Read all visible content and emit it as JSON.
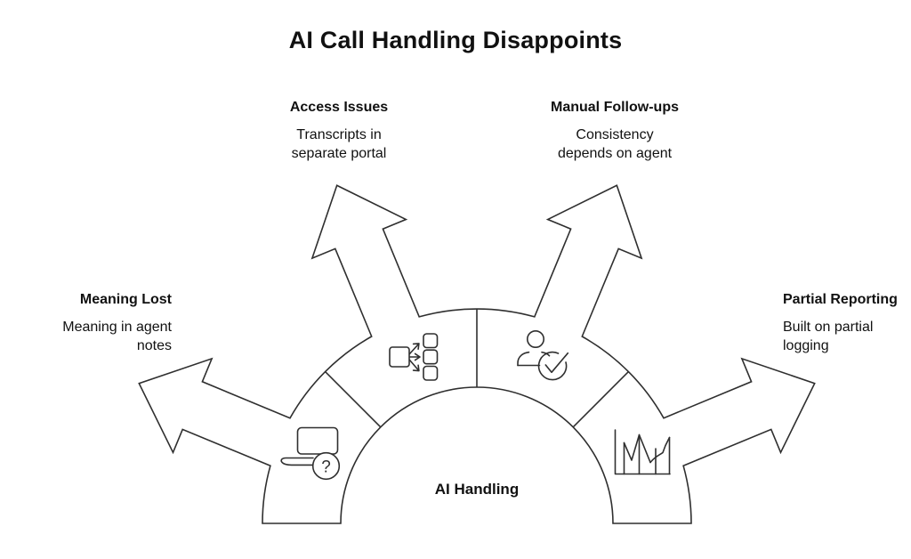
{
  "title": "AI Call Handling Disappoints",
  "center_label": "AI Handling",
  "colors": {
    "stroke": "#2f2f2f",
    "text": "#111111",
    "background": "#ffffff"
  },
  "icons": {
    "question_glyph": "?"
  },
  "diagram": {
    "type": "fan-arrow-semicircle",
    "segments": [
      {
        "position": "left",
        "heading": "Meaning Lost",
        "body_lines": [
          "Meaning in agent",
          "notes"
        ],
        "icon": "laptop-question-icon"
      },
      {
        "position": "upper-left",
        "heading": "Access Issues",
        "body_lines": [
          "Transcripts in",
          "separate portal"
        ],
        "icon": "distribution-icon"
      },
      {
        "position": "upper-right",
        "heading": "Manual Follow-ups",
        "body_lines": [
          "Consistency",
          "depends on agent"
        ],
        "icon": "person-check-icon"
      },
      {
        "position": "right",
        "heading": "Partial Reporting",
        "body_lines": [
          "Built on partial",
          "logging"
        ],
        "icon": "bar-line-chart-icon"
      }
    ]
  }
}
